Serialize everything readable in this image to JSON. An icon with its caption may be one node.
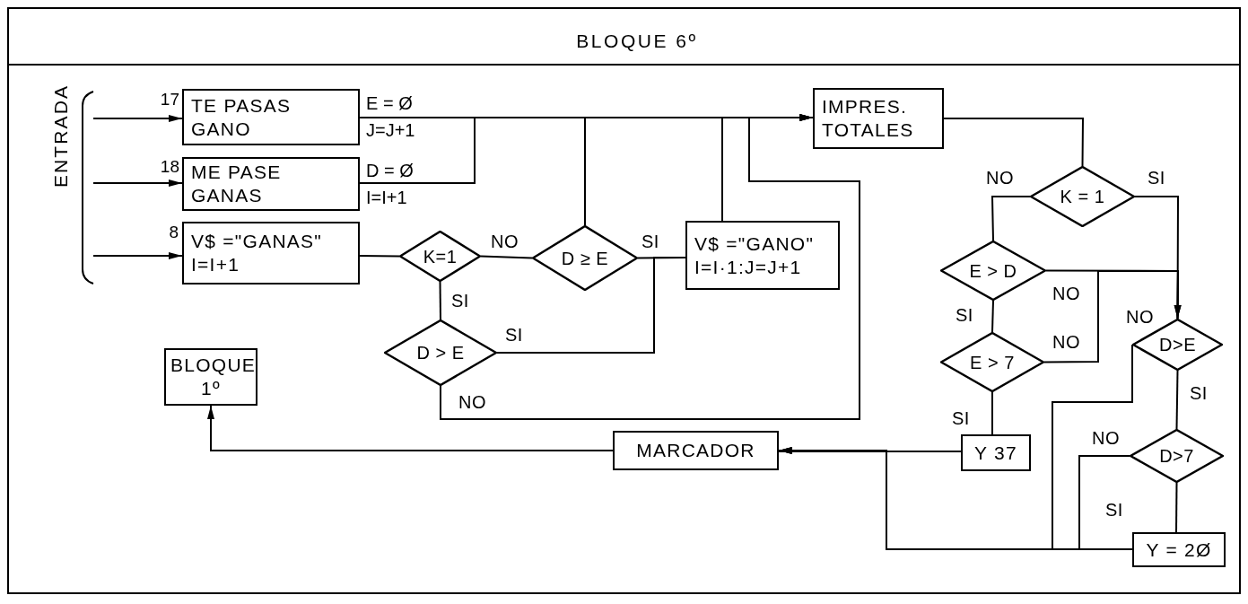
{
  "diagram": {
    "title": "BLOQUE 6º",
    "nodes": [
      {
        "text": [
          "ENTRADA"
        ]
      },
      {
        "text": [
          "TE PASAS GANO"
        ],
        "beside": [
          "17"
        ]
      },
      {
        "text": [
          "ME PASE GANAS"
        ],
        "beside": [
          "18"
        ]
      },
      {
        "text": [
          "V$ =\"GANAS\" I=I+1"
        ],
        "beside": [
          "8"
        ]
      },
      {
        "text": [
          "K=1"
        ]
      },
      {
        "text": [
          "D ≥ E"
        ]
      },
      {
        "text": [
          "V$ =\"GANO\" I=I·1:J=J+1"
        ]
      },
      {
        "text": [
          "D > E"
        ]
      },
      {
        "text": [
          "IMPRES. TOTALES"
        ]
      },
      {
        "text": [
          "K = 1"
        ]
      },
      {
        "text": [
          "E > D"
        ]
      },
      {
        "text": [
          "E > 7"
        ]
      },
      {
        "text": [
          "D>E"
        ]
      },
      {
        "text": [
          "D>7"
        ]
      },
      {
        "text": [
          "Y 37"
        ]
      },
      {
        "text": [
          "Y = 2Ø"
        ]
      },
      {
        "text": [
          "MARCADOR"
        ]
      },
      {
        "text": [
          "BLOQUE 1º"
        ]
      }
    ],
    "edges": [
      {
        "from": 0,
        "to": 1,
        "arrow": "to"
      },
      {
        "from": 0,
        "to": 2,
        "arrow": "to"
      },
      {
        "from": 0,
        "to": 3,
        "arrow": "to"
      },
      {
        "from": 1,
        "to": 8,
        "arrow": "none",
        "label": "E = Ø J=J+1"
      },
      {
        "from": 2,
        "to": 8,
        "arrow": "to",
        "label": "D = Ø I=I+1"
      },
      {
        "from": 3,
        "to": 4,
        "arrow": "none"
      },
      {
        "from": 4,
        "to": 5,
        "arrow": "none",
        "label": "NO"
      },
      {
        "from": 4,
        "to": 7,
        "arrow": "none",
        "label": "SI"
      },
      {
        "from": 5,
        "to": 6,
        "arrow": "none",
        "label": "SI"
      },
      {
        "from": 7,
        "to": 6,
        "arrow": "none",
        "label": "SI"
      },
      {
        "from": 5,
        "to": 8,
        "arrow": "to"
      },
      {
        "from": 6,
        "to": 8,
        "arrow": "to"
      },
      {
        "from": 7,
        "to": 8,
        "arrow": "to",
        "label": "NO"
      },
      {
        "from": 8,
        "to": 9,
        "arrow": "none"
      },
      {
        "from": 9,
        "to": 10,
        "arrow": "none",
        "label": "NO"
      },
      {
        "from": 9,
        "to": 12,
        "arrow": "none",
        "label": "SI"
      },
      {
        "from": 10,
        "to": 12,
        "arrow": "to",
        "label": "NO"
      },
      {
        "from": 10,
        "to": 11,
        "arrow": "none",
        "label": "SI"
      },
      {
        "from": 11,
        "to": 12,
        "arrow": "to",
        "label": "NO"
      },
      {
        "from": 11,
        "to": 14,
        "arrow": "none",
        "label": "SI"
      },
      {
        "from": 12,
        "to": 13,
        "arrow": "none",
        "label": "SI"
      },
      {
        "from": 12,
        "to": 16,
        "arrow": "to",
        "label": "NO"
      },
      {
        "from": 13,
        "to": 16,
        "arrow": "to",
        "label": "NO"
      },
      {
        "from": 13,
        "to": 15,
        "arrow": "none",
        "label": "SI"
      },
      {
        "from": 15,
        "to": 16,
        "arrow": "to"
      },
      {
        "from": 14,
        "to": 16,
        "arrow": "none"
      },
      {
        "from": 16,
        "to": 17,
        "arrow": "to"
      }
    ]
  }
}
